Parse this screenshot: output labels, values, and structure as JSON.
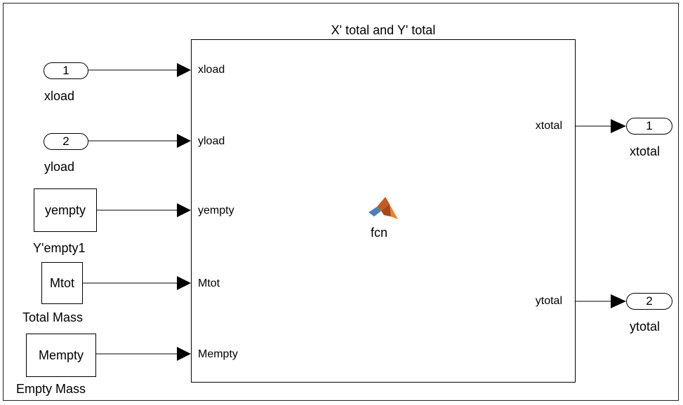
{
  "block": {
    "title": "X' total and Y' total",
    "function_name": "fcn",
    "icon": "matlab-logo-icon",
    "input_ports": [
      "xload",
      "yload",
      "yempty",
      "Mtot",
      "Mempty"
    ],
    "output_ports": [
      "xtotal",
      "ytotal"
    ]
  },
  "inports": [
    {
      "number": "1",
      "name": "xload"
    },
    {
      "number": "2",
      "name": "yload"
    }
  ],
  "constants": [
    {
      "value": "yempty",
      "name": "Y'empty1"
    },
    {
      "value": "Mtot",
      "name": "Total Mass"
    },
    {
      "value": "Mempty",
      "name": "Empty Mass"
    }
  ],
  "outports": [
    {
      "number": "1",
      "name": "xtotal"
    },
    {
      "number": "2",
      "name": "ytotal"
    }
  ]
}
